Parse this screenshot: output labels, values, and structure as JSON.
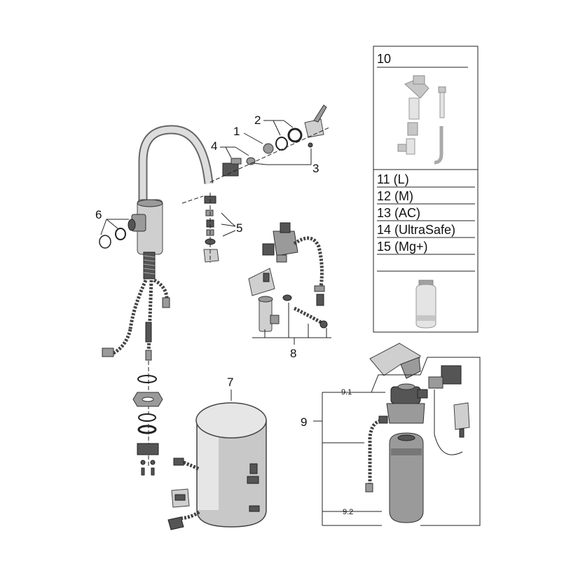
{
  "callouts": {
    "c1": "1",
    "c2": "2",
    "c3": "3",
    "c4": "4",
    "c5": "5",
    "c6": "6",
    "c7": "7",
    "c8": "8",
    "c9": "9",
    "c9_1": "9.1",
    "c9_2": "9.2"
  },
  "legend": {
    "header": "10",
    "items": [
      "11 (L)",
      "12 (M)",
      "13 (AC)",
      "14 (UltraSafe)",
      "15 (Mg+)"
    ]
  }
}
